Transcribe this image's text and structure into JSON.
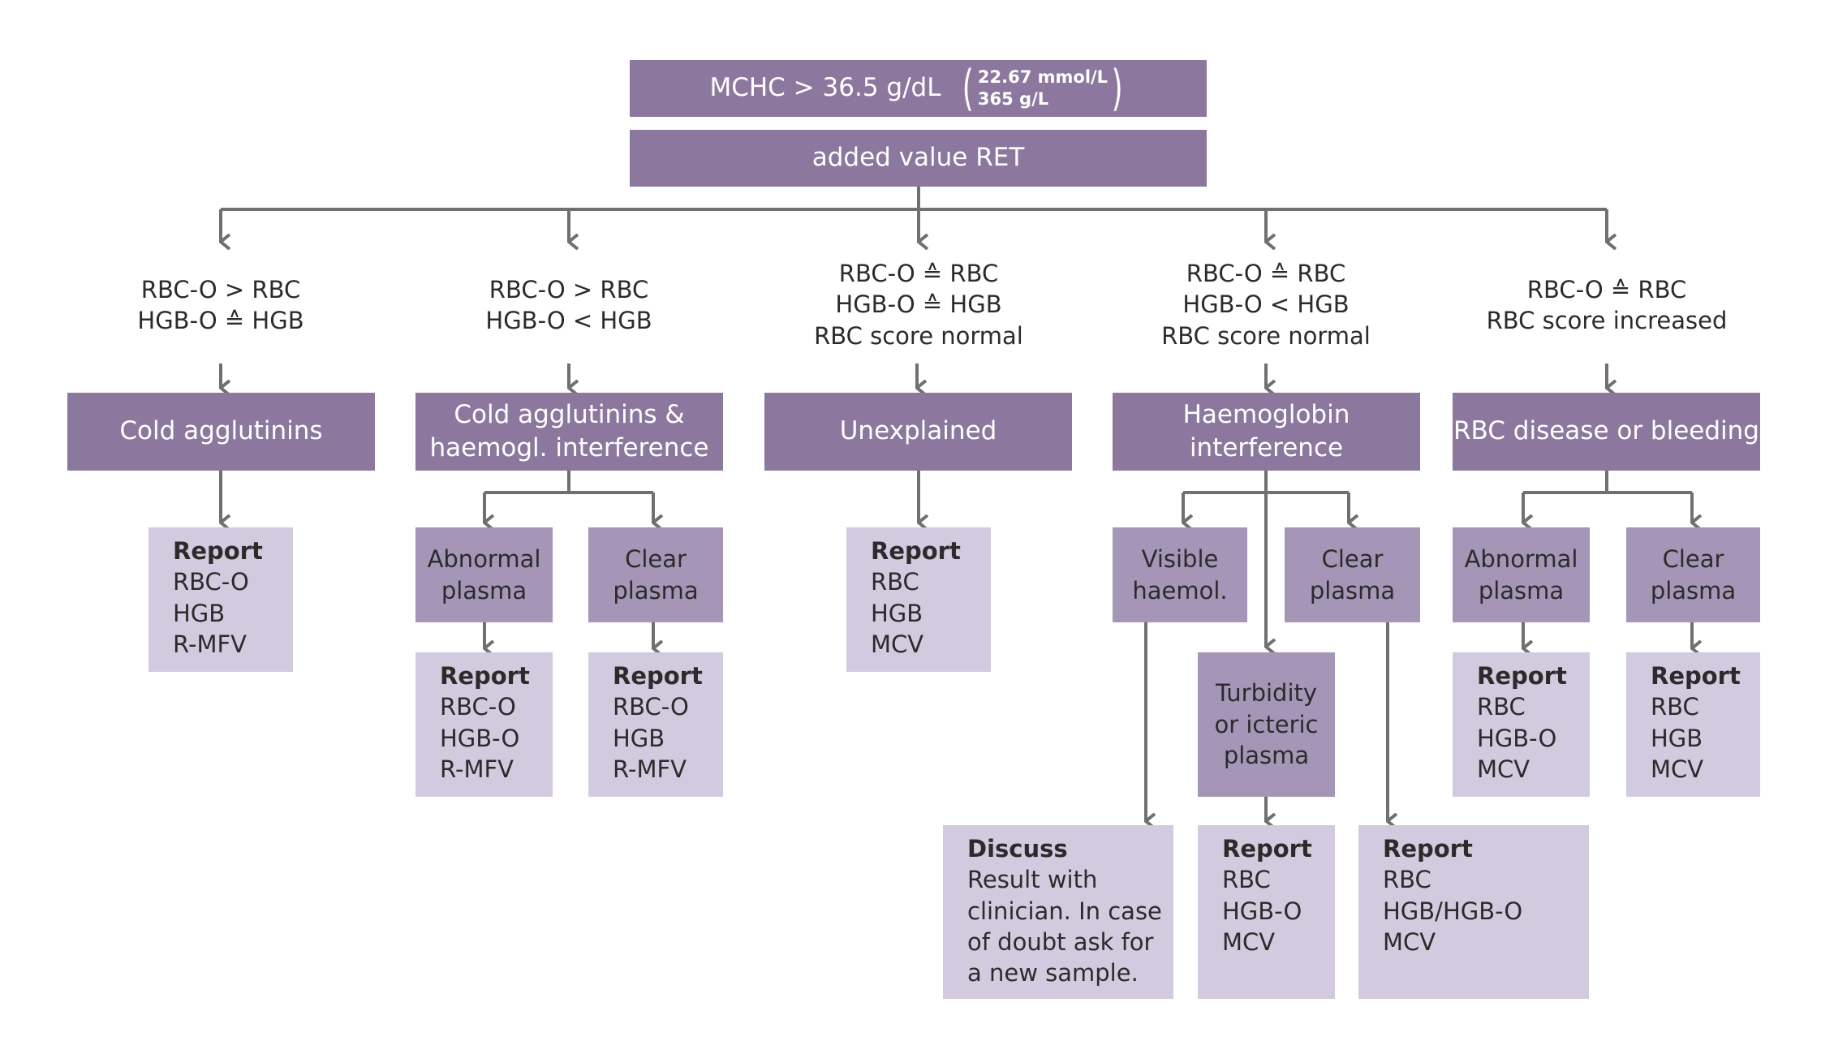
{
  "top": {
    "mchc_label": "MCHC > 36.5 g/dL",
    "alt_units": [
      "22.67 mmol/L",
      "365 g/L"
    ],
    "subtitle": "added value RET"
  },
  "branches": [
    {
      "condition": [
        "RBC-O > RBC",
        "HGB-O ≙ HGB"
      ],
      "diagnosis": [
        "Cold agglutinins"
      ],
      "report": {
        "title": "Report",
        "items": [
          "RBC-O",
          "HGB",
          "R-MFV"
        ]
      }
    },
    {
      "condition": [
        "RBC-O > RBC",
        "HGB-O < HGB"
      ],
      "diagnosis": [
        "Cold agglutinins &",
        "haemogl. interference"
      ],
      "subbranches": [
        {
          "label": [
            "Abnormal",
            "plasma"
          ],
          "report": {
            "title": "Report",
            "items": [
              "RBC-O",
              "HGB-O",
              "R-MFV"
            ]
          }
        },
        {
          "label": [
            "Clear",
            "plasma"
          ],
          "report": {
            "title": "Report",
            "items": [
              "RBC-O",
              "HGB",
              "R-MFV"
            ]
          }
        }
      ]
    },
    {
      "condition": [
        "RBC-O ≙ RBC",
        "HGB-O ≙ HGB",
        "RBC score normal"
      ],
      "diagnosis": [
        "Unexplained"
      ],
      "report": {
        "title": "Report",
        "items": [
          "RBC",
          "HGB",
          "MCV"
        ]
      }
    },
    {
      "condition": [
        "RBC-O ≙ RBC",
        "HGB-O < HGB",
        "RBC score normal"
      ],
      "diagnosis": [
        "Haemoglobin",
        "interference"
      ],
      "subbranches": [
        {
          "label": [
            "Visible",
            "haemol."
          ],
          "outcome": {
            "title": "Discuss",
            "items": [
              "Result with",
              "clinician. In case",
              "of doubt ask for",
              "a new sample."
            ]
          }
        },
        {
          "label": [
            "Turbidity",
            "or icteric",
            "plasma"
          ],
          "report": {
            "title": "Report",
            "items": [
              "RBC",
              "HGB-O",
              "MCV"
            ]
          }
        },
        {
          "label": [
            "Clear",
            "plasma"
          ],
          "report": {
            "title": "Report",
            "items": [
              "RBC",
              "HGB/HGB-O",
              "MCV"
            ]
          }
        }
      ]
    },
    {
      "condition": [
        "RBC-O ≙ RBC",
        "RBC score increased"
      ],
      "diagnosis": [
        "RBC disease or bleeding"
      ],
      "subbranches": [
        {
          "label": [
            "Abnormal",
            "plasma"
          ],
          "report": {
            "title": "Report",
            "items": [
              "RBC",
              "HGB-O",
              "MCV"
            ]
          }
        },
        {
          "label": [
            "Clear",
            "plasma"
          ],
          "report": {
            "title": "Report",
            "items": [
              "RBC",
              "HGB",
              "MCV"
            ]
          }
        }
      ]
    }
  ],
  "colors": {
    "dark": "#8c789f",
    "mid": "#a596b8",
    "light": "#d2cadf",
    "connector": "#707070",
    "text": "#2b2b2b"
  }
}
